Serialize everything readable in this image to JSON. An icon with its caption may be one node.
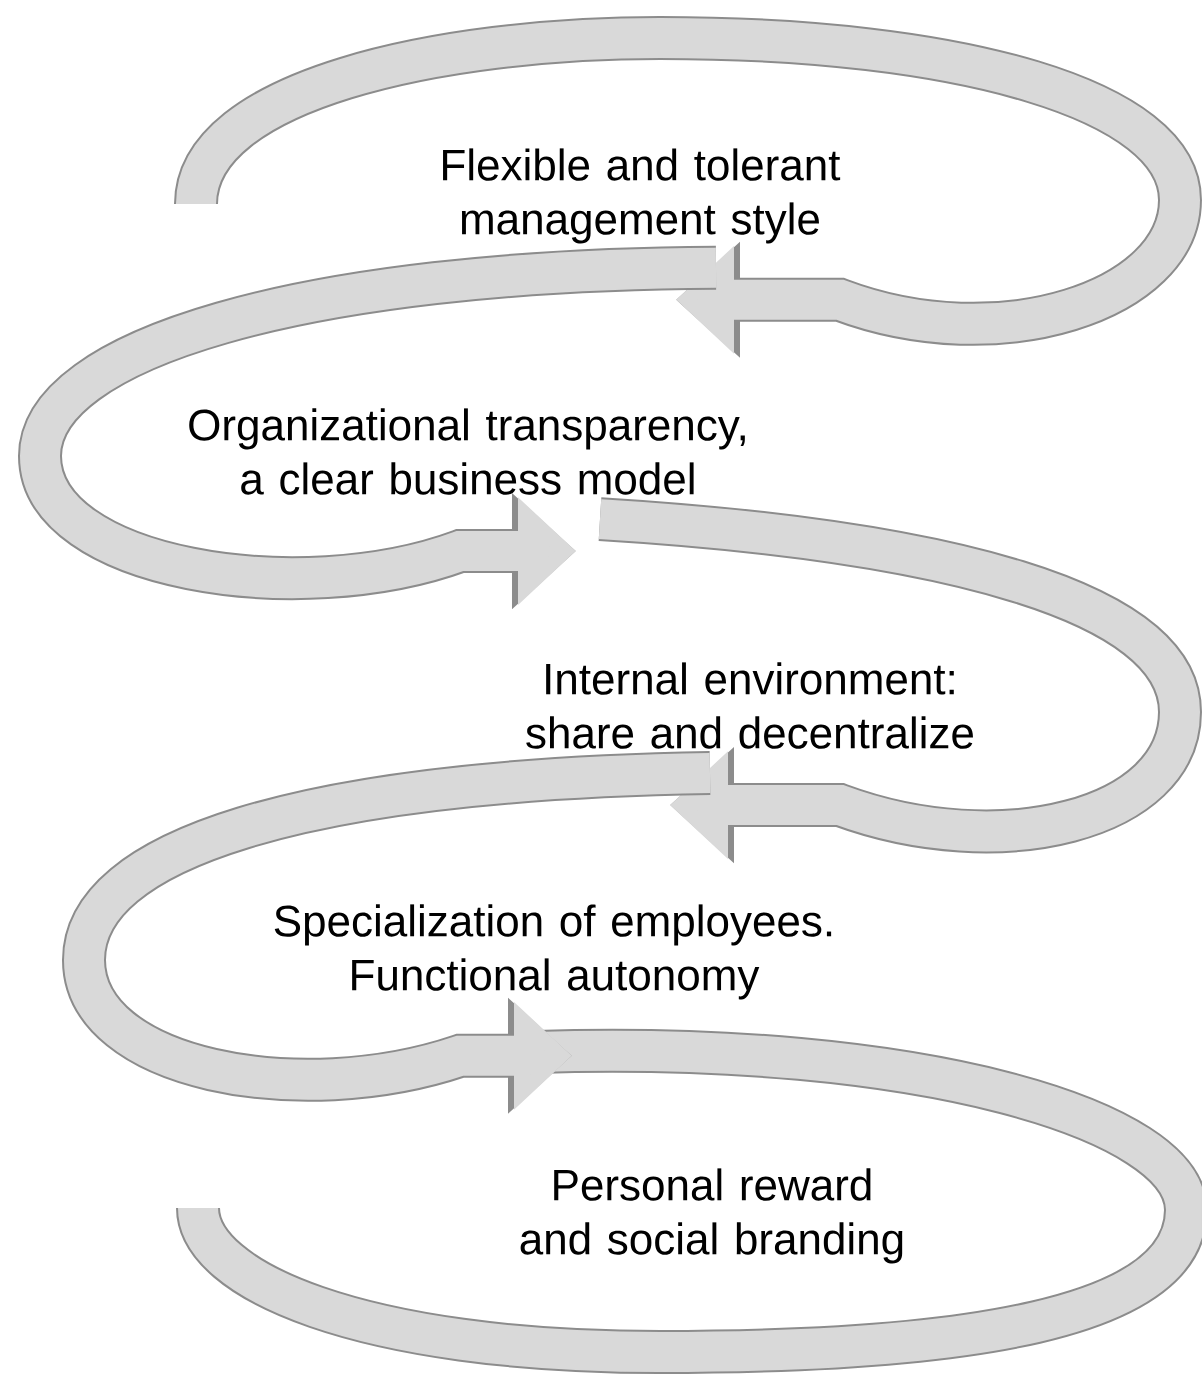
{
  "diagram": {
    "nodes": [
      {
        "text": [
          "Flexible and tolerant management style"
        ]
      },
      {
        "text": [
          "Organizational transparency, a clear business model"
        ]
      },
      {
        "text": [
          "Internal environment: share and decentralize"
        ]
      },
      {
        "text": [
          "Specialization of employees. Functional autonomy"
        ]
      },
      {
        "text": [
          "Personal reward and social branding"
        ]
      }
    ],
    "edges": [
      {
        "from": null,
        "to": 0,
        "arrow": "to"
      },
      {
        "from": 0,
        "to": 1,
        "arrow": "to"
      },
      {
        "from": 1,
        "to": 2,
        "arrow": "to"
      },
      {
        "from": 2,
        "to": 3,
        "arrow": "to"
      }
    ]
  }
}
